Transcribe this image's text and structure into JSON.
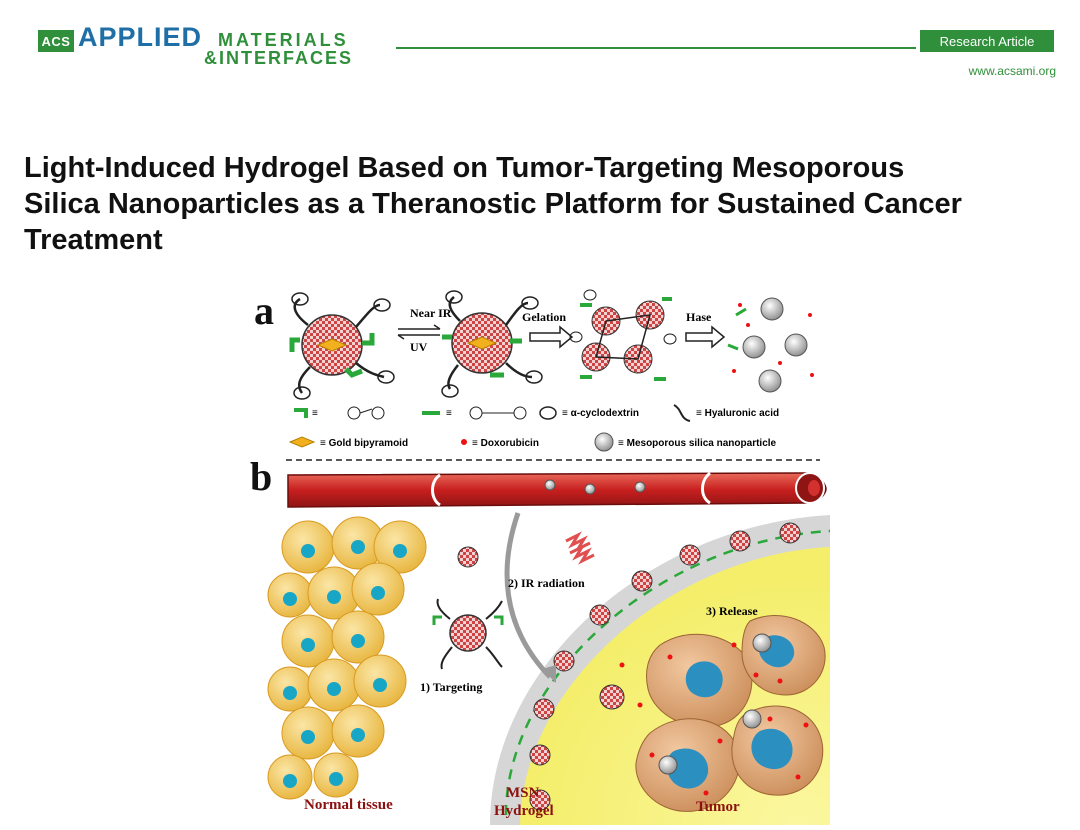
{
  "journal": {
    "publisher_badge": "ACS",
    "name_line1": "APPLIED",
    "name_line1b": "MATERIALS",
    "name_line2": "&INTERFACES",
    "article_type": "Research Article",
    "url": "www.acsami.org"
  },
  "article": {
    "title_line1": "Light-Induced Hydrogel Based on Tumor-Targeting Mesoporous",
    "title_line2": "Silica Nanoparticles as a Theranostic Platform for Sustained Cancer",
    "title_line3": "Treatment"
  },
  "figure": {
    "panel_a": "a",
    "panel_b": "b",
    "arrow_top": "Near IR",
    "arrow_bottom": "UV",
    "step_gelation": "Gelation",
    "step_hase": "Hase",
    "legend": {
      "trans_azo": "≡",
      "cis_azo": "≡",
      "cyclodextrin": "≡ α-cyclodextrin",
      "hyaluronic": "≡ Hyaluronic acid",
      "gold": "≡ Gold bipyramoid",
      "doxorubicin": "≡ Doxorubicin",
      "msn": "≡ Mesoporous silica nanoparticle"
    },
    "labels": {
      "ir_radiation": "2) IR radiation",
      "release": "3) Release",
      "targeting": "1) Targeting",
      "normal_tissue": "Normal tissue",
      "msn": "MSN",
      "hydrogel": "Hydrogel",
      "tumor": "Tumor"
    }
  }
}
